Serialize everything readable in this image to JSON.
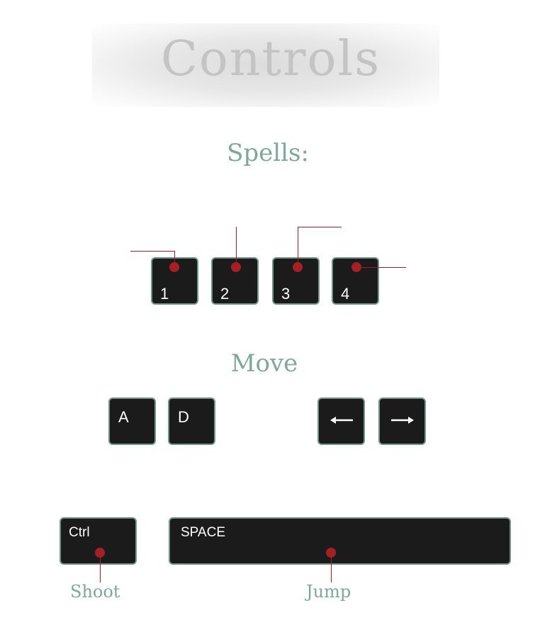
{
  "title": "Controls",
  "sections": {
    "spells": "Spells:",
    "move": "Move"
  },
  "spell_keys": [
    "1",
    "2",
    "3",
    "4"
  ],
  "move_keys": {
    "a": "A",
    "d": "D",
    "left_arrow_icon": "left-arrow",
    "right_arrow_icon": "right-arrow"
  },
  "action_keys": {
    "ctrl": "Ctrl",
    "space": "SPACE"
  },
  "captions": {
    "shoot": "Shoot",
    "jump": "Jump"
  },
  "colors": {
    "title": "#c4c4c4",
    "heading": "#7fa89a",
    "key_bg": "#1b1b1b",
    "key_border": "#6f958a",
    "marker": "#a51f24"
  }
}
